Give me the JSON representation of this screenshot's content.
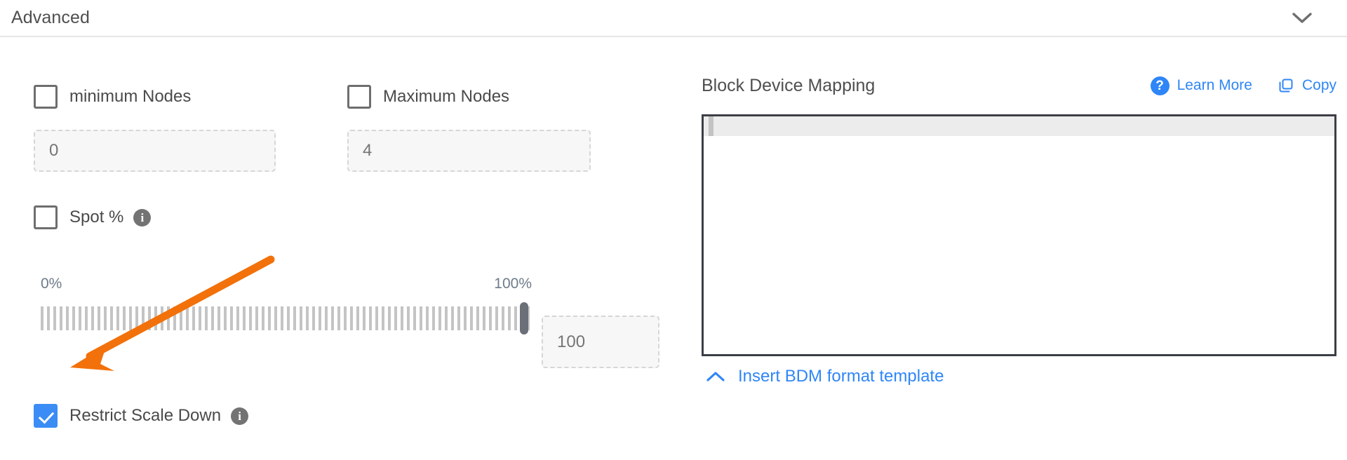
{
  "header": {
    "title": "Advanced",
    "collapse_icon": "chevron-down-icon"
  },
  "left": {
    "min_nodes": {
      "label": "minimum Nodes",
      "checked": false,
      "value": "0",
      "placeholder": "0"
    },
    "max_nodes": {
      "label": "Maximum Nodes",
      "checked": false,
      "value": "4",
      "placeholder": "4"
    },
    "spot": {
      "label": "Spot %",
      "checked": false,
      "info_icon": "info-icon"
    },
    "slider": {
      "min_label": "0%",
      "max_label": "100%",
      "value": "100",
      "placeholder": "100",
      "percent": 100
    },
    "restrict_scale_down": {
      "label": "Restrict Scale Down",
      "checked": true,
      "info_icon": "info-icon"
    }
  },
  "right": {
    "bdm_title": "Block Device Mapping",
    "learn_more": {
      "label": "Learn More",
      "icon": "question-mark-circle-icon"
    },
    "copy": {
      "label": "Copy",
      "icon": "copy-icon"
    },
    "editor": {
      "content": ""
    },
    "insert_template": {
      "label": "Insert BDM format template",
      "icon": "chevron-up-icon"
    }
  },
  "annotation": {
    "arrow_color": "#f2710a",
    "points_to": "Restrict Scale Down"
  },
  "colors": {
    "accent_blue": "#2f86f6",
    "checkbox_blue": "#3b8df5",
    "annotation_orange": "#f2710a",
    "text_gray": "#4a4a4a",
    "tick_gray": "#c4c4c4"
  }
}
